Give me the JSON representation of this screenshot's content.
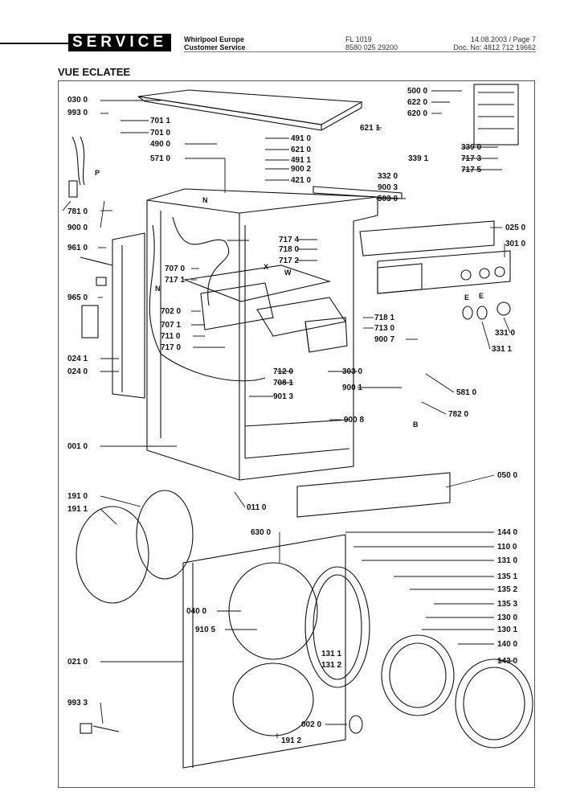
{
  "header": {
    "service_label": "SERVICE",
    "company_line1": "Whirlpool Europe",
    "company_line2": "Customer Service",
    "doc_model": "FL 1019",
    "doc_code": "8580 025 29200",
    "doc_date": "14.08.2003 / Page 7",
    "doc_no": "Doc. No: 4812 712 19662"
  },
  "section_title": "VUE ECLATEE",
  "letters": {
    "P": "P",
    "N": "N",
    "X": "X",
    "W": "W",
    "E": "E",
    "B": "B"
  },
  "parts": [
    "030 0",
    "993 0",
    "701 1",
    "701 0",
    "490 0",
    "571 0",
    "781 0",
    "900 0",
    "491 0",
    "621 0",
    "491 1",
    "900 2",
    "421 0",
    "621 1",
    "620 0",
    "622 0",
    "500 0",
    "339 0",
    "717 3",
    "717 5",
    "339 1",
    "332 0",
    "900 3",
    "503 0",
    "961 0",
    "965 0",
    "024 1",
    "024 0",
    "001 0",
    "717 4",
    "718 0",
    "717 2",
    "707 0",
    "717 1",
    "702 0",
    "707 1",
    "711 0",
    "717 0",
    "712 0",
    "708 1",
    "901 3",
    "303 0",
    "900 1",
    "900 8",
    "025 0",
    "301 0",
    "718 1",
    "713 0",
    "900 7",
    "331 0",
    "331 1",
    "581 0",
    "782 0",
    "050 0",
    "011 0",
    "191 0",
    "191 1",
    "630 0",
    "040 0",
    "910 5",
    "021 0",
    "993 3",
    "002 0",
    "191 2",
    "144 0",
    "110 0",
    "131 0",
    "135 1",
    "135 2",
    "135 3",
    "130 0",
    "130 1",
    "131 1",
    "131 2",
    "140 0",
    "143 0"
  ]
}
